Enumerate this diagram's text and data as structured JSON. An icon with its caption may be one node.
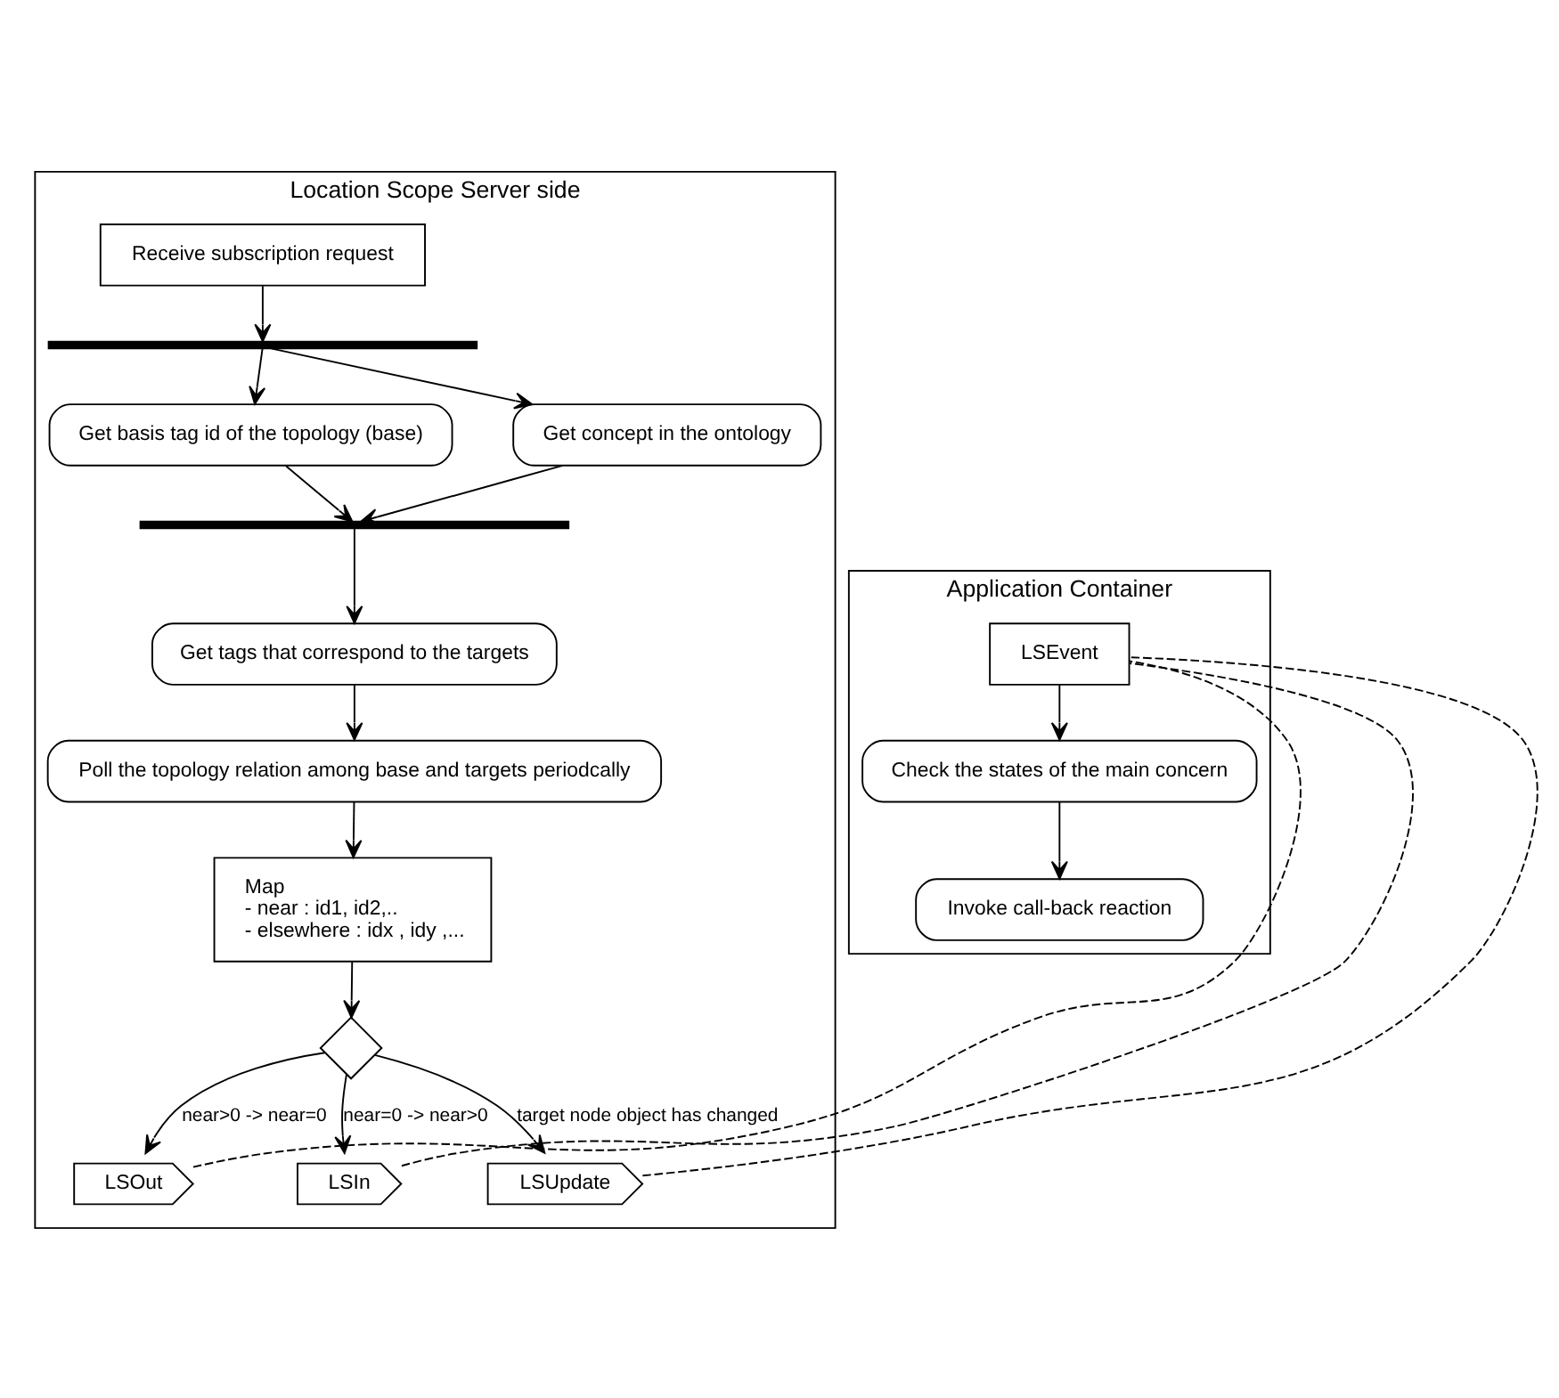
{
  "diagram": {
    "nodes": [
      {
        "text": [
          "Location Scope Server side"
        ]
      },
      {
        "text": [
          "Application Container"
        ]
      },
      {
        "text": [
          "Receive subscription request"
        ],
        "in": 0
      },
      {
        "text": [],
        "shape": "bar",
        "in": 0
      },
      {
        "text": [
          "Get basis tag id of the topology (base)"
        ],
        "in": 0
      },
      {
        "text": [
          "Get concept in the ontology"
        ],
        "in": 0
      },
      {
        "text": [],
        "shape": "bar",
        "in": 0
      },
      {
        "text": [
          "Get tags that correspond to the targets"
        ],
        "in": 0
      },
      {
        "text": [
          "Poll the topology relation among base and targets periodcally"
        ],
        "in": 0
      },
      {
        "text": [
          "Map",
          "- near : id1, id2,..",
          "- elsewhere : idx , idy ,..."
        ],
        "in": 0
      },
      {
        "text": [],
        "shape": "diamond",
        "in": 0
      },
      {
        "text": [
          "LSOut"
        ],
        "in": 0
      },
      {
        "text": [
          "LSIn"
        ],
        "in": 0
      },
      {
        "text": [
          "LSUpdate"
        ],
        "in": 0
      },
      {
        "text": [
          "LSEvent"
        ],
        "in": 1
      },
      {
        "text": [
          "Check the states of the main concern"
        ],
        "in": 1
      },
      {
        "text": [
          "Invoke call-back reaction"
        ],
        "in": 1
      }
    ],
    "edges": [
      {
        "from": 2,
        "to": 3,
        "arrow": "to"
      },
      {
        "from": 3,
        "to": 4,
        "arrow": "to"
      },
      {
        "from": 3,
        "to": 5,
        "arrow": "to"
      },
      {
        "from": 4,
        "to": 6,
        "arrow": "to"
      },
      {
        "from": 5,
        "to": 6,
        "arrow": "to"
      },
      {
        "from": 6,
        "to": 7,
        "arrow": "to"
      },
      {
        "from": 7,
        "to": 8,
        "arrow": "to"
      },
      {
        "from": 8,
        "to": 9,
        "arrow": "to"
      },
      {
        "from": 9,
        "to": 10,
        "arrow": "to"
      },
      {
        "from": 10,
        "to": 11,
        "arrow": "to",
        "label": "near>0 -> near=0"
      },
      {
        "from": 10,
        "to": 12,
        "arrow": "to",
        "label": "near=0 -> near>0"
      },
      {
        "from": 10,
        "to": 13,
        "arrow": "to",
        "label": "target node object has changed"
      },
      {
        "from": 14,
        "to": 15,
        "arrow": "to"
      },
      {
        "from": 15,
        "to": 16,
        "arrow": "to"
      },
      {
        "from": 11,
        "to": 14,
        "arrow": "none",
        "style": "dashed"
      },
      {
        "from": 12,
        "to": 14,
        "arrow": "none",
        "style": "dashed"
      },
      {
        "from": 13,
        "to": 14,
        "arrow": "none",
        "style": "dashed"
      }
    ]
  }
}
